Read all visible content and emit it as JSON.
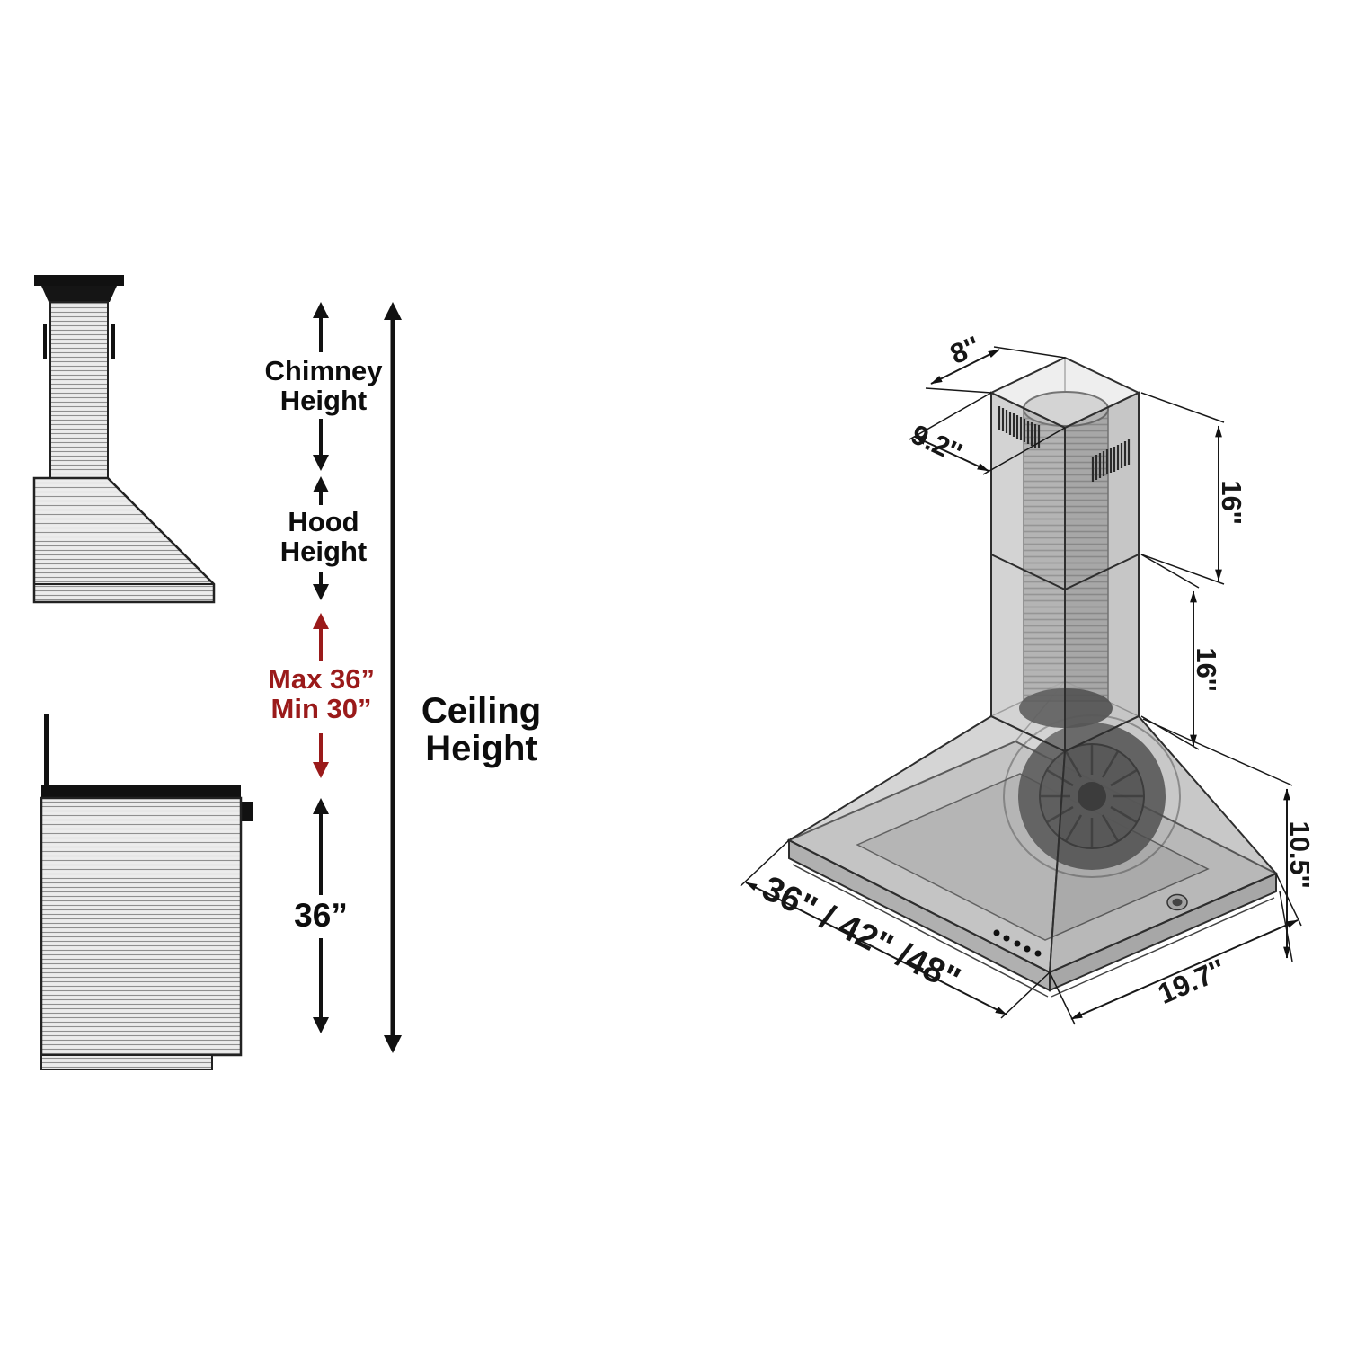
{
  "colors": {
    "accent_red": "#9a1a1a",
    "line_black": "#111111"
  },
  "left_panel": {
    "chimney_height": {
      "line1": "Chimney",
      "line2": "Height"
    },
    "hood_height": {
      "line1": "Hood",
      "line2": "Height"
    },
    "mount_range": {
      "max": "Max 36”",
      "min": "Min 30”"
    },
    "ceiling_height": {
      "line1": "Ceiling",
      "line2": "Height"
    },
    "counter_distance": "36”"
  },
  "right_panel": {
    "dimensions": {
      "chimney_top_width": "8''",
      "chimney_top_depth": "9.2''",
      "upper_chimney_height": "16''",
      "lower_chimney_height": "16''",
      "hood_body_height": "10.5''",
      "hood_widths": "36\" / 42\" /48\"",
      "hood_depth": "19.7''"
    }
  }
}
